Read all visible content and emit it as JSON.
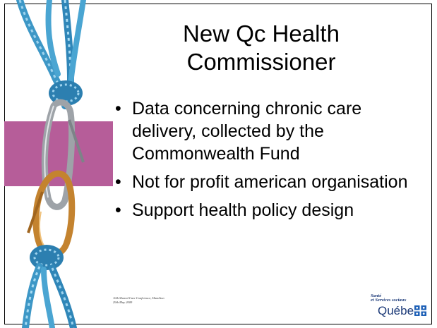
{
  "slide": {
    "title_line1": "New Qc Health",
    "title_line2": "Commissioner",
    "bullets": [
      "Data concerning chronic care delivery, collected by the Commonwealth Fund",
      "Not for profit american organisation",
      "Support health policy design"
    ],
    "footer_line1": "10th Shared Care Conference, Hamilton",
    "footer_line2": "29th May 2009",
    "logo_line1": "Santé",
    "logo_line2": "et Services sociaux",
    "logo_word": "Québec"
  },
  "colors": {
    "band": "#b65d99",
    "rope": "#3d97c6",
    "carabiner_silver": "#9ea3a8",
    "carabiner_gold": "#c4832f",
    "logo_blue": "#1c3a78"
  },
  "icons": [
    "rope-carabiner-illustration",
    "quebec-flag-icon"
  ]
}
